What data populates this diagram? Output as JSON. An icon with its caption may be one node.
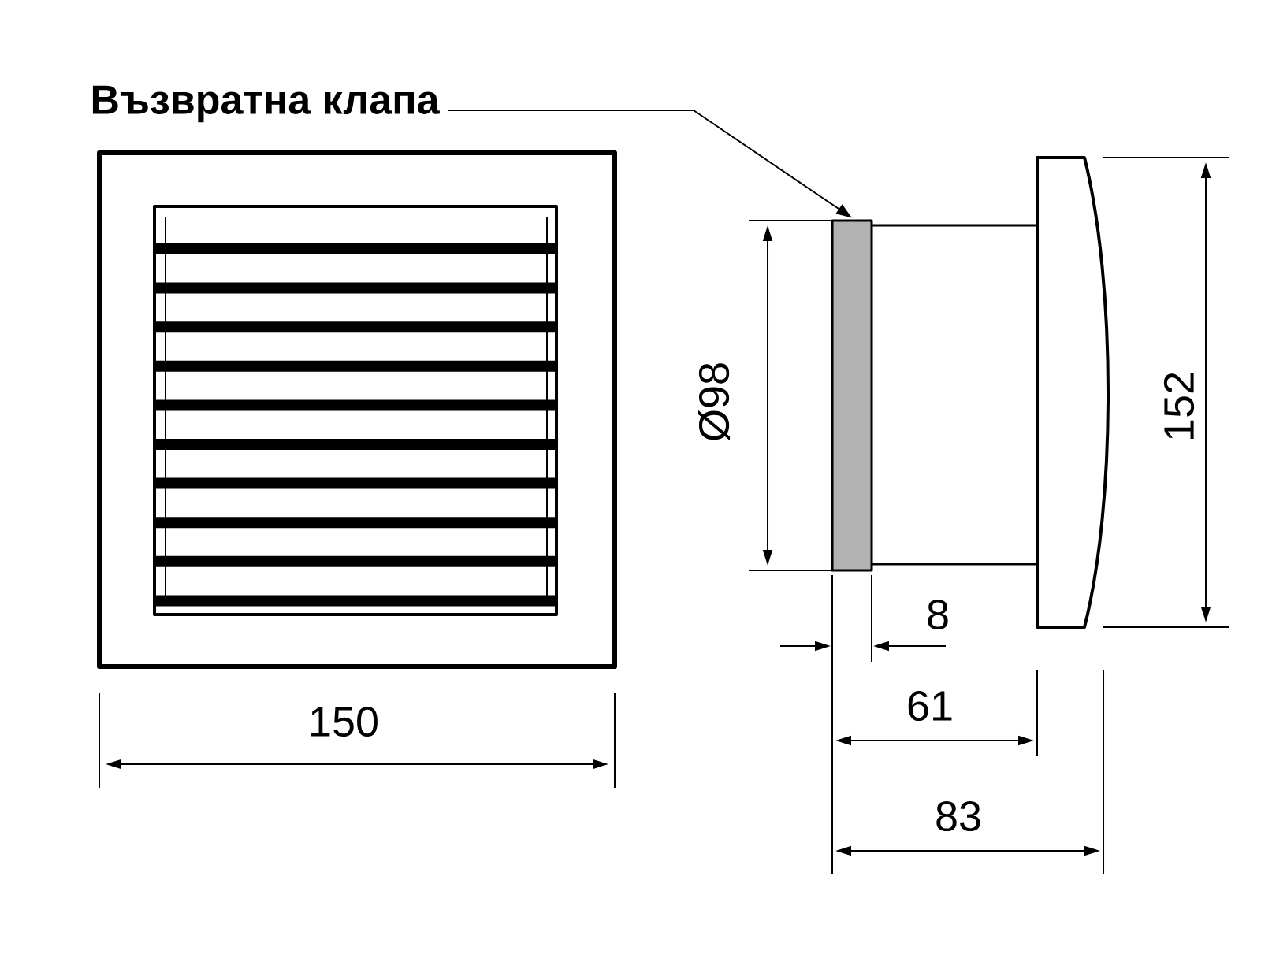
{
  "diagram": {
    "nodes": [
      {
        "text": [
          "Възвратна клапа"
        ]
      },
      {
        "text": [],
        "shape": "box"
      }
    ],
    "edges": [
      {
        "from": 0,
        "to": 1,
        "arrow": "to"
      }
    ],
    "labels": [
      "150",
      "Ø98",
      "8",
      "61",
      "83",
      "152"
    ]
  }
}
